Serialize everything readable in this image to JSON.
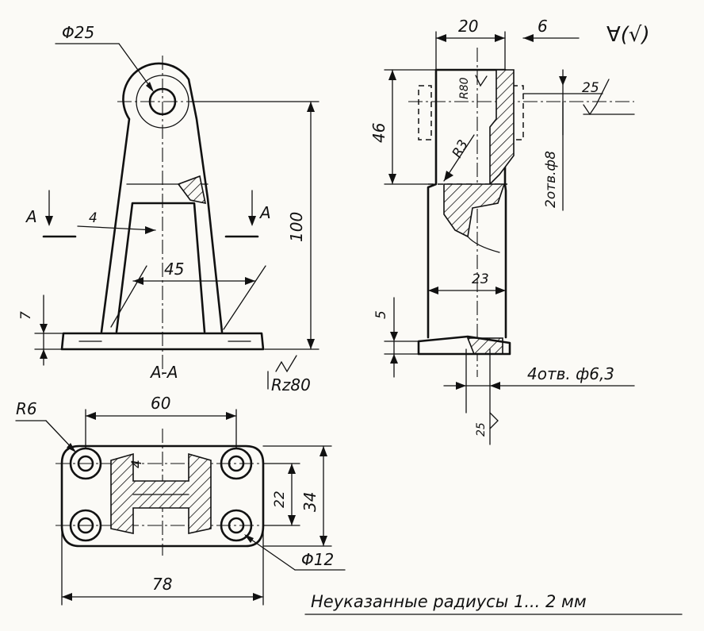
{
  "dimensions": {
    "phi25": "Φ25",
    "d4_front": "4",
    "d45": "45",
    "d7": "7",
    "d100": "100",
    "d20": "20",
    "d6": "6",
    "d46": "46",
    "r3": "R3",
    "r80": "R80",
    "d25_top": "25",
    "holes_8": "2отв.ф8",
    "d23": "23",
    "d5": "5",
    "holes_63": "4отв. ф6,3",
    "d25_bottom": "25",
    "r6": "R6",
    "d60": "60",
    "d4_plan": "4",
    "d22": "22",
    "d34": "34",
    "phi12": "Φ12",
    "d78": "78"
  },
  "labels": {
    "section_a_left": "A",
    "section_a_right": "A",
    "section_title": "A-A",
    "roughness_rz": "Rz80",
    "general_roughness": "∀(√)",
    "note": "Неуказанные радиусы 1... 2 мм"
  },
  "colors": {
    "ink": "#111111",
    "paper": "#fbfaf6"
  }
}
